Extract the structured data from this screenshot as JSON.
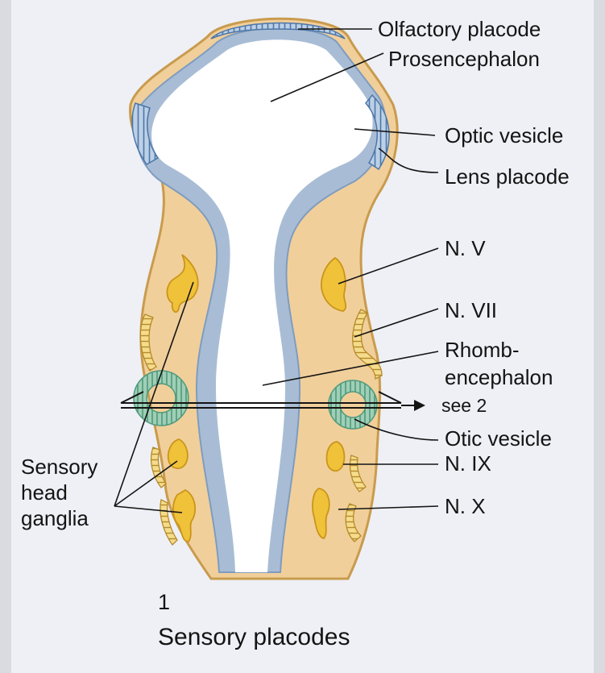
{
  "labels": {
    "olfactory_placode": "Olfactory placode",
    "prosencephalon": "Prosencephalon",
    "optic_vesicle": "Optic vesicle",
    "lens_placode": "Lens placode",
    "n_v": "N. V",
    "n_vii": "N. VII",
    "rhombencephalon_line1": "Rhomb-",
    "rhombencephalon_line2": "encephalon",
    "see_2": "see 2",
    "otic_vesicle": "Otic vesicle",
    "n_ix": "N. IX",
    "n_x": "N. X",
    "sensory_line1": "Sensory",
    "sensory_line2": "head",
    "sensory_line3": "ganglia"
  },
  "caption": {
    "number": "1",
    "title": "Sensory placodes"
  },
  "colors": {
    "background": "#eef0f5",
    "mesenchyme": "#f1cf9a",
    "ectoderm_edge": "#c99b4e",
    "neural_tube": "#a8bdd5",
    "neural_tube_edge": "#7f9cbf",
    "lumen": "#ffffff",
    "placode_blue": "#5f86b5",
    "otic_green": "#8fc2a9",
    "ganglion": "#f0c23a",
    "ganglion_edge": "#c9951a",
    "text": "#141414"
  }
}
